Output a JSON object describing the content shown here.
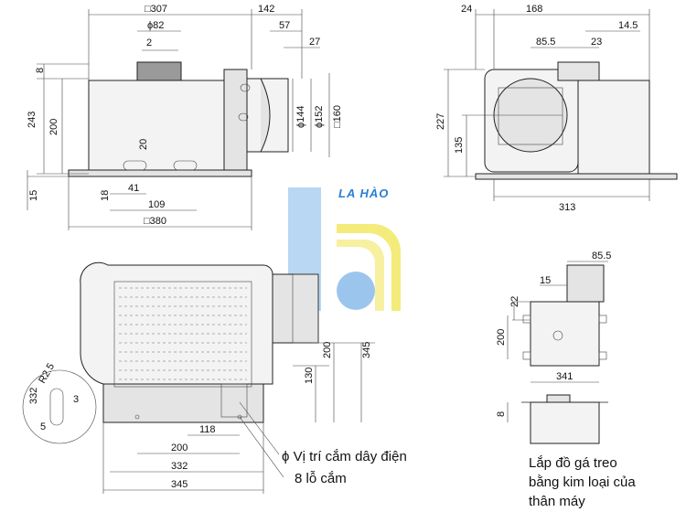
{
  "brand": "LA HÀO",
  "front_view": {
    "dims": [
      "□307",
      "142",
      "ϕ82",
      "57",
      "2",
      "27",
      "8",
      "243",
      "200",
      "ϕ144",
      "ϕ152",
      "□160",
      "20",
      "18",
      "41",
      "109",
      "15",
      "□380"
    ]
  },
  "side_view": {
    "dims": [
      "24",
      "168",
      "14.5",
      "85.5",
      "23",
      "227",
      "135",
      "313"
    ]
  },
  "bottom_view": {
    "dims": [
      "200",
      "345",
      "130",
      "R2.5",
      "332",
      "3",
      "5",
      "118",
      "200",
      "332",
      "345"
    ],
    "labels": {
      "wire": "ϕ Vị trí cắm dây điện",
      "holes": "8 lỗ cắm"
    }
  },
  "bracket_view": {
    "dims": [
      "85.5",
      "15",
      "22",
      "200",
      "341",
      "8"
    ],
    "caption": [
      "Lắp đồ gá treo",
      "bằng kim loại của",
      "thân máy"
    ]
  },
  "colors": {
    "logo_blue": "#2b7fd0",
    "logo_yellow": "#f3ec7a",
    "logo_light_blue": "#b9d6f2"
  }
}
